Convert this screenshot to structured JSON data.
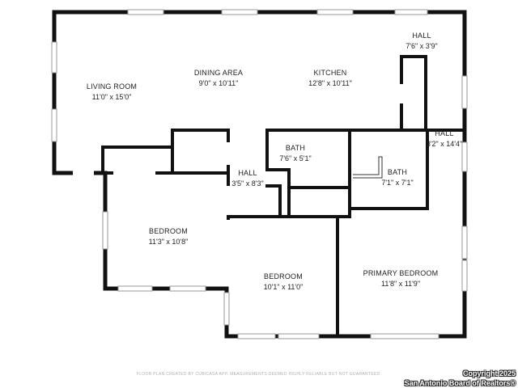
{
  "rooms": [
    {
      "id": "living-room",
      "name": "LIVING ROOM",
      "dims": "11'0\" x 15'0\""
    },
    {
      "id": "dining-area",
      "name": "DINING AREA",
      "dims": "9'0\" x 10'11\""
    },
    {
      "id": "kitchen",
      "name": "KITCHEN",
      "dims": "12'8\" x 10'11\""
    },
    {
      "id": "hall-top",
      "name": "HALL",
      "dims": "7'6\" x 3'9\""
    },
    {
      "id": "hall-right",
      "name": "HALL",
      "dims": "3'2\" x 14'4\""
    },
    {
      "id": "bath-1",
      "name": "BATH",
      "dims": "7'6\" x 5'1\""
    },
    {
      "id": "bath-2",
      "name": "BATH",
      "dims": "7'1\" x 7'1\""
    },
    {
      "id": "hall-center",
      "name": "HALL",
      "dims": "3'5\" x 8'3\""
    },
    {
      "id": "bedroom-left",
      "name": "BEDROOM",
      "dims": "11'3\" x 10'8\""
    },
    {
      "id": "bedroom-center",
      "name": "BEDROOM",
      "dims": "10'1\" x 11'0\""
    },
    {
      "id": "primary-bedroom",
      "name": "PRIMARY BEDROOM",
      "dims": "11'8\" x 11'9\""
    }
  ],
  "footer": {
    "credit": "FLOOR PLAN CREATED BY CUBICASA APP. MEASUREMENTS DEEMED HIGHLY RELIABLE BUT NOT GUARANTEED.",
    "copyright_line1": "Copyright 2025",
    "copyright_line2": "San Antonio Board of Realtors®"
  },
  "colors": {
    "wall": "#111111",
    "window": "#9a9a9a",
    "background": "#ffffff"
  }
}
